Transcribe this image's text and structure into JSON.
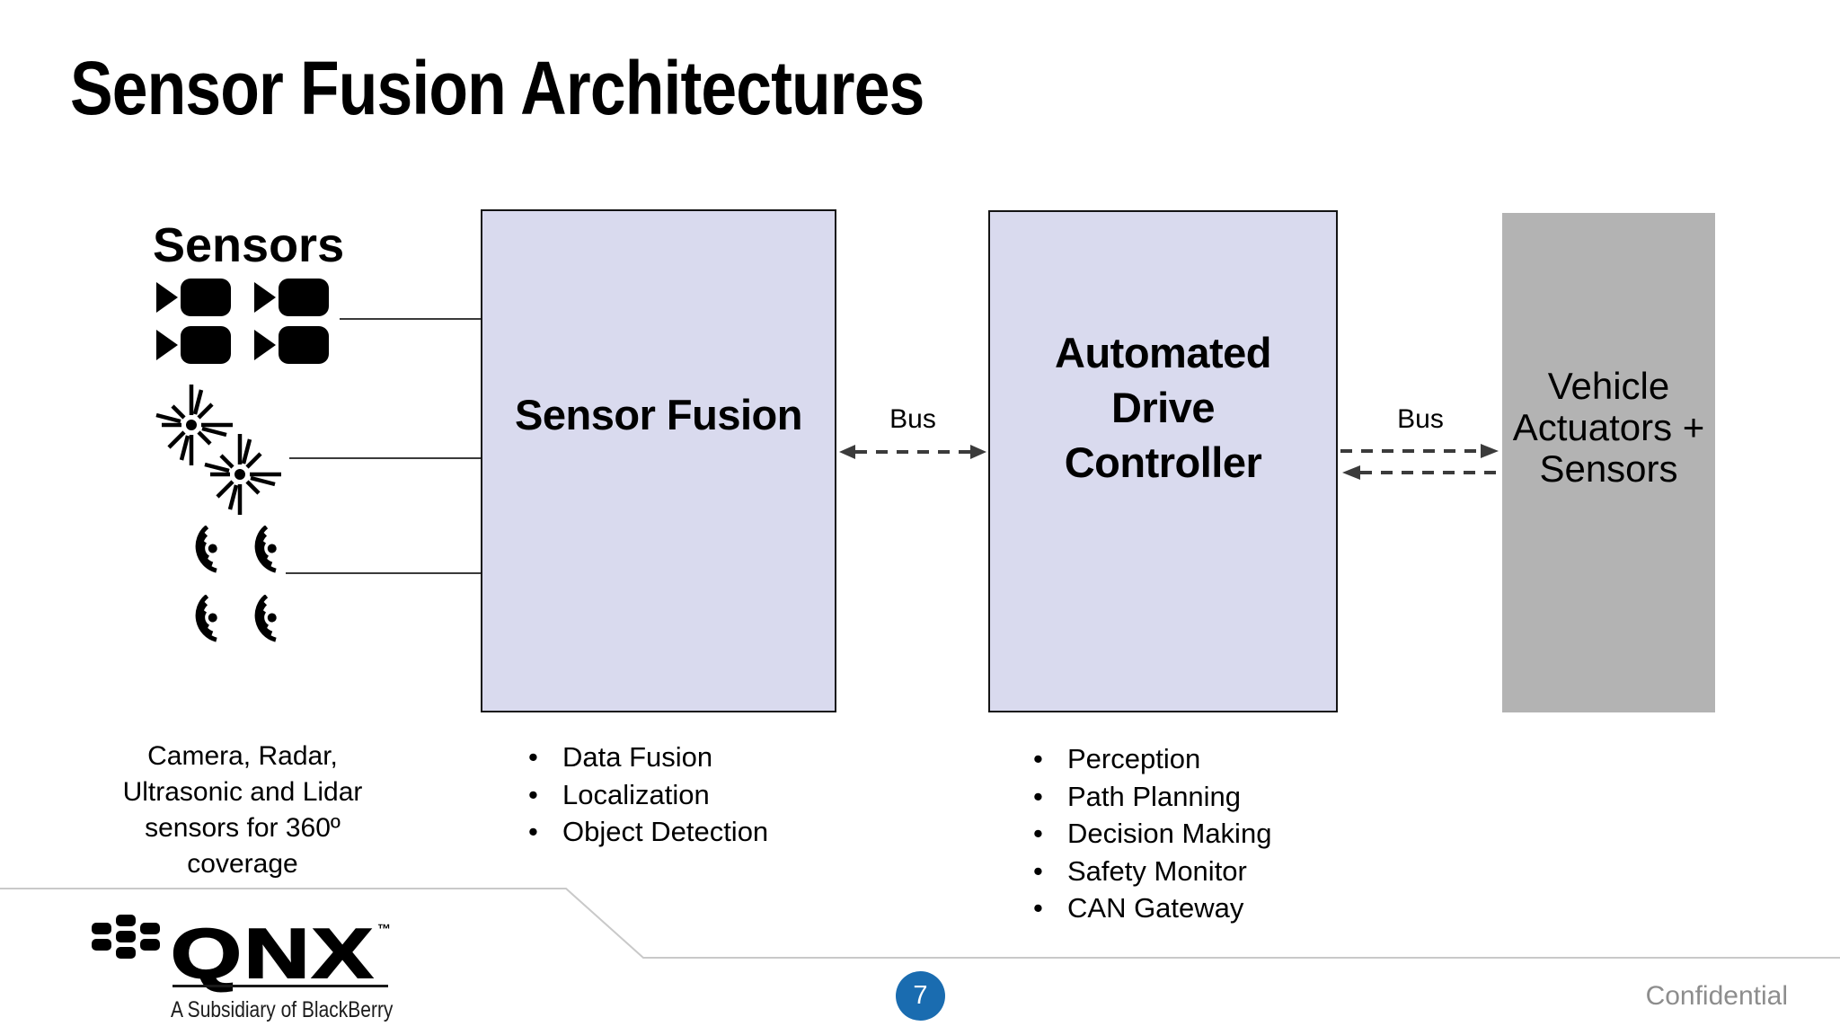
{
  "title": "Sensor Fusion Architectures",
  "sensors": {
    "heading": "Sensors",
    "caption": "Camera, Radar,\nUltrasonic and Lidar\nsensors for 360º\ncoverage",
    "icon_names": [
      "video-camera-icon",
      "lidar-burst-icon",
      "ultrasonic-wave-icon"
    ],
    "icon_counts": {
      "video-camera-icon": 4,
      "lidar-burst-icon": 2,
      "ultrasonic-wave-icon": 4
    }
  },
  "diagram": {
    "sensor_fusion": {
      "label": "Sensor Fusion",
      "fill": "#d9daee",
      "bullets": [
        "Data Fusion",
        "Localization",
        "Object Detection"
      ]
    },
    "drive_controller": {
      "label": "Automated\nDrive\nController",
      "fill": "#d9daee",
      "bullets": [
        "Perception",
        "Path Planning",
        "Decision Making",
        "Safety Monitor",
        "CAN Gateway"
      ]
    },
    "vehicle_actuators": {
      "label": "Vehicle\nActuators +\nSensors",
      "fill": "#b3b3b3"
    },
    "bus_left_label": "Bus",
    "bus_right_label": "Bus"
  },
  "footer": {
    "logo": {
      "icon": "blackberry-glyph-icon",
      "wordmark": "QNX",
      "trademark": "™",
      "subtitle": "A Subsidiary of BlackBerry"
    },
    "page_number": "7",
    "confidential_label": "Confidential"
  },
  "colors": {
    "box_fill_lavender": "#d9daee",
    "box_fill_gray": "#b3b3b3",
    "box_border": "#141414",
    "arrow_gray": "#3b3b3b",
    "footer_line_gray": "#c9c9c9",
    "page_badge_blue": "#1a6cb0",
    "confidential_gray": "#8d8d8d"
  }
}
